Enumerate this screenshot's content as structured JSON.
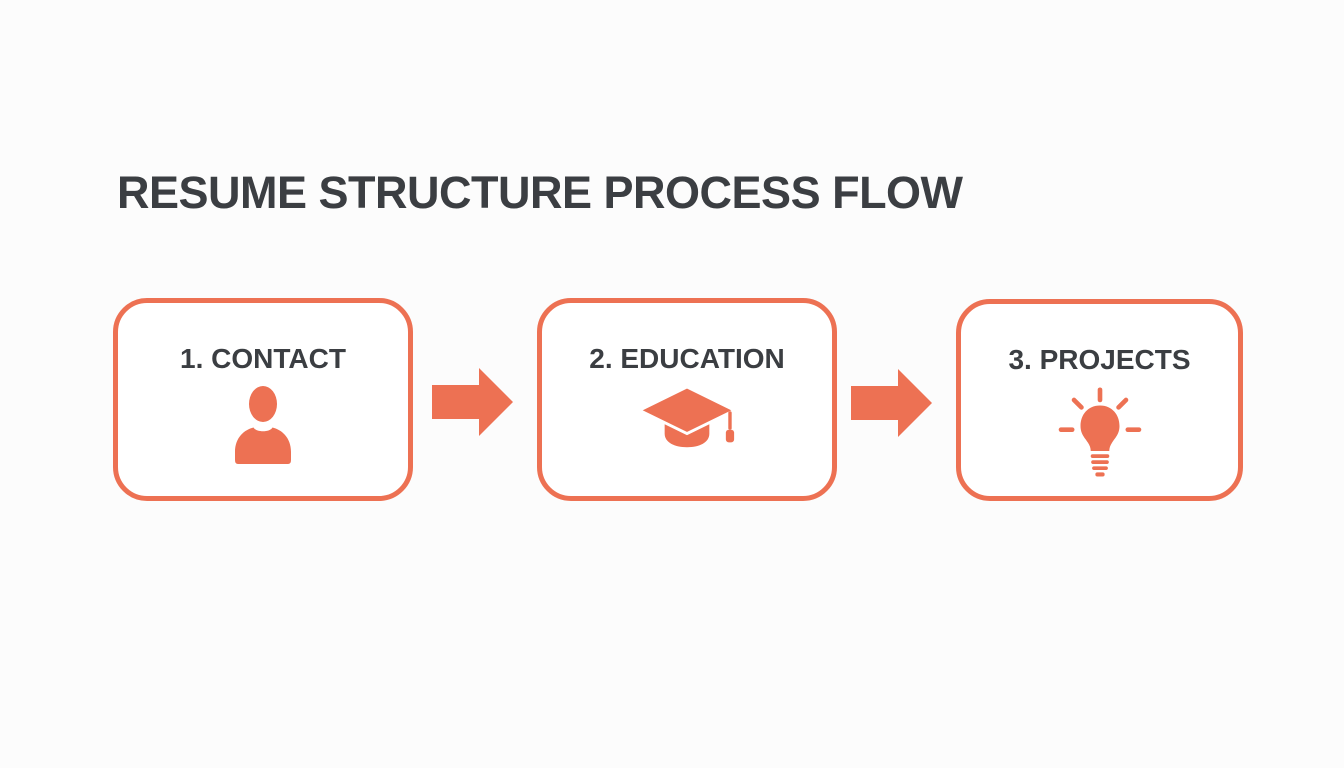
{
  "colors": {
    "accent": "#ed7153",
    "ink": "#3b3e42",
    "bg": "#fcfcfc",
    "box-bg": "#ffffff"
  },
  "title": "RESUME STRUCTURE PROCESS FLOW",
  "flow": {
    "steps": [
      {
        "label": "1. CONTACT",
        "icon": "person"
      },
      {
        "label": "2. EDUCATION",
        "icon": "graduation-cap"
      },
      {
        "label": "3. PROJECTS",
        "icon": "lightbulb"
      }
    ],
    "connector": "right-arrow"
  }
}
